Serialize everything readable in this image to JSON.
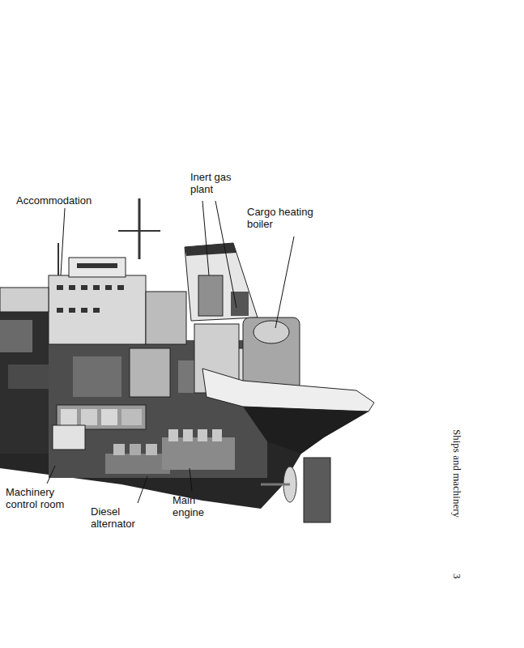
{
  "diagram": {
    "labels": [
      "Accommodation",
      "Inert gas plant",
      "Cargo heating boiler",
      "Machinery control room",
      "Diesel alternator",
      "Main engine",
      "Ships and machinery",
      "3"
    ]
  }
}
